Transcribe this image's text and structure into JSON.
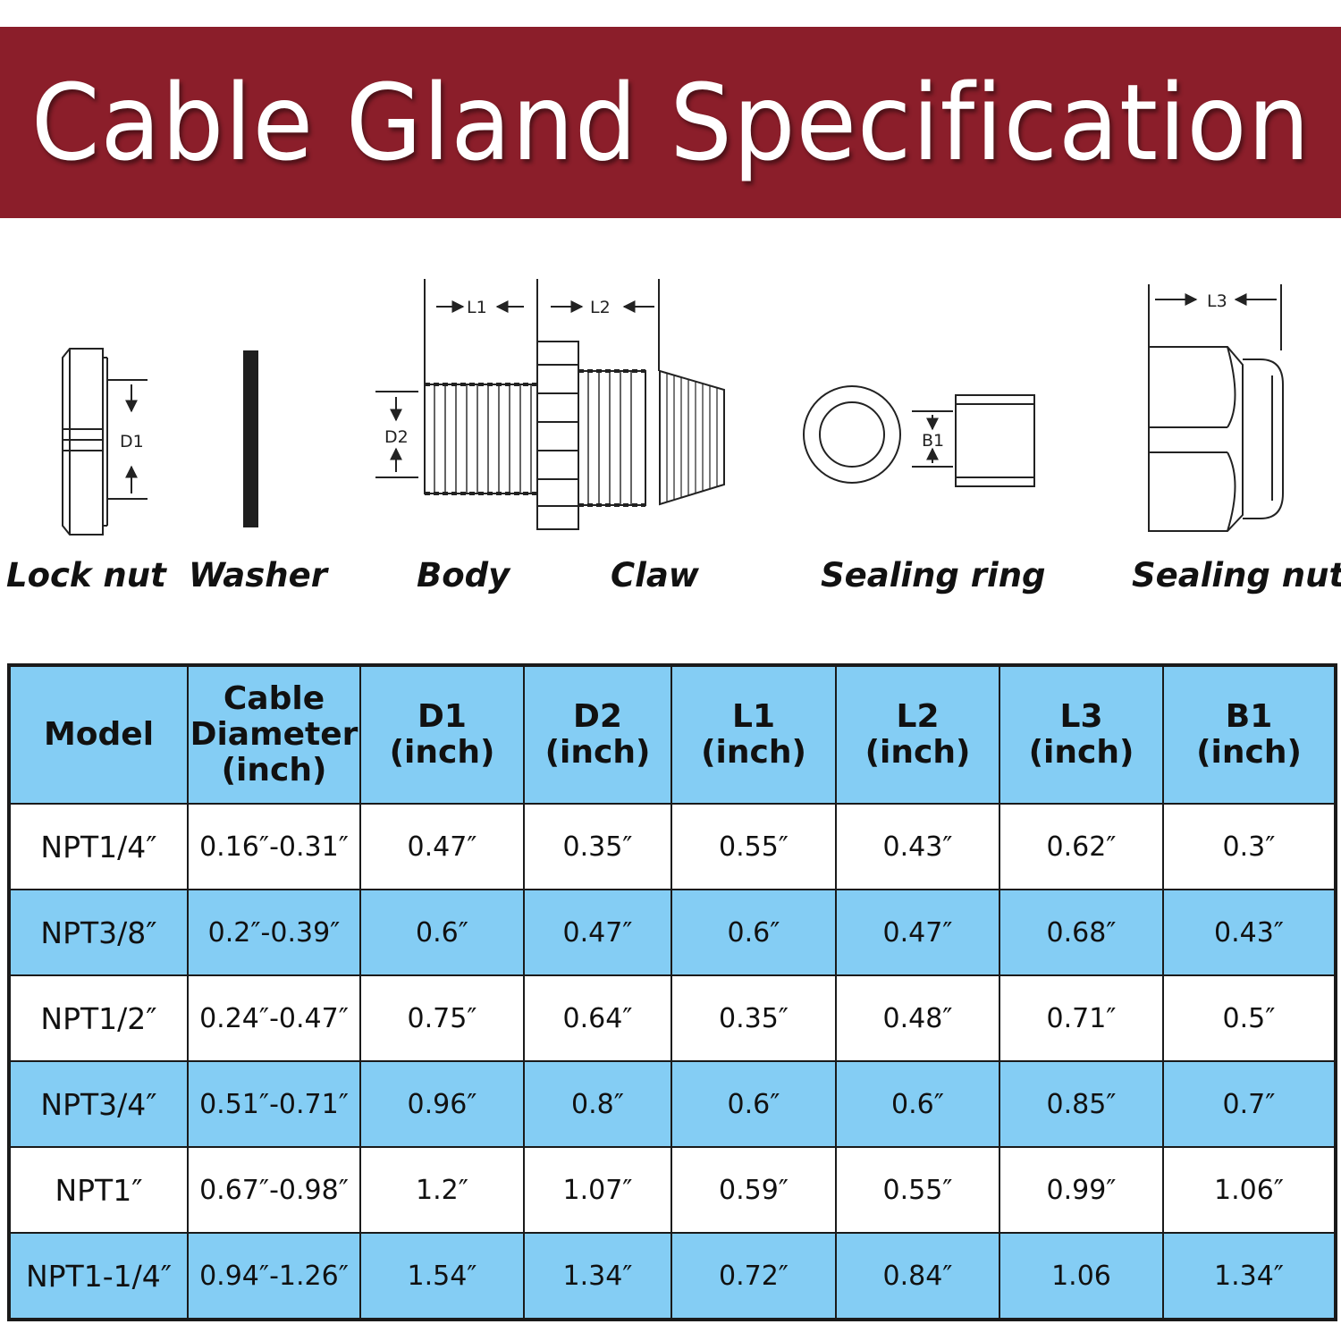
{
  "banner": {
    "title": "Cable Gland Specification"
  },
  "diagram": {
    "dim_labels": {
      "d1": "D1",
      "d2": "D2",
      "l1": "L1",
      "l2": "L2",
      "l3": "L3",
      "b1": "B1"
    },
    "parts": [
      "Lock nut",
      "Washer",
      "Body",
      "Claw",
      "Sealing ring",
      "Sealing nut"
    ]
  },
  "table": {
    "headers": [
      [
        "Model"
      ],
      [
        "Cable",
        "Diameter",
        "(inch)"
      ],
      [
        "D1",
        "(inch)"
      ],
      [
        "D2",
        "(inch)"
      ],
      [
        "L1",
        "(inch)"
      ],
      [
        "L2",
        "(inch)"
      ],
      [
        "L3",
        "(inch)"
      ],
      [
        "B1",
        "(inch)"
      ]
    ],
    "rows": [
      [
        "NPT1/4″",
        "0.16″-0.31″",
        "0.47″",
        "0.35″",
        "0.55″",
        "0.43″",
        "0.62″",
        "0.3″"
      ],
      [
        "NPT3/8″",
        "0.2″-0.39″",
        "0.6″",
        "0.47″",
        "0.6″",
        "0.47″",
        "0.68″",
        "0.43″"
      ],
      [
        "NPT1/2″",
        "0.24″-0.47″",
        "0.75″",
        "0.64″",
        "0.35″",
        "0.48″",
        "0.71″",
        "0.5″"
      ],
      [
        "NPT3/4″",
        "0.51″-0.71″",
        "0.96″",
        "0.8″",
        "0.6″",
        "0.6″",
        "0.85″",
        "0.7″"
      ],
      [
        "NPT1″",
        "0.67″-0.98″",
        "1.2″",
        "1.07″",
        "0.59″",
        "0.55″",
        "0.99″",
        "1.06″"
      ],
      [
        "NPT1-1/4″",
        "0.94″-1.26″",
        "1.54″",
        "1.34″",
        "0.72″",
        "0.84″",
        "1.06",
        "1.34″"
      ]
    ]
  },
  "colors": {
    "banner": "#8b1e2a",
    "table_blue": "#84cdf4",
    "line": "#1a1a1a"
  }
}
